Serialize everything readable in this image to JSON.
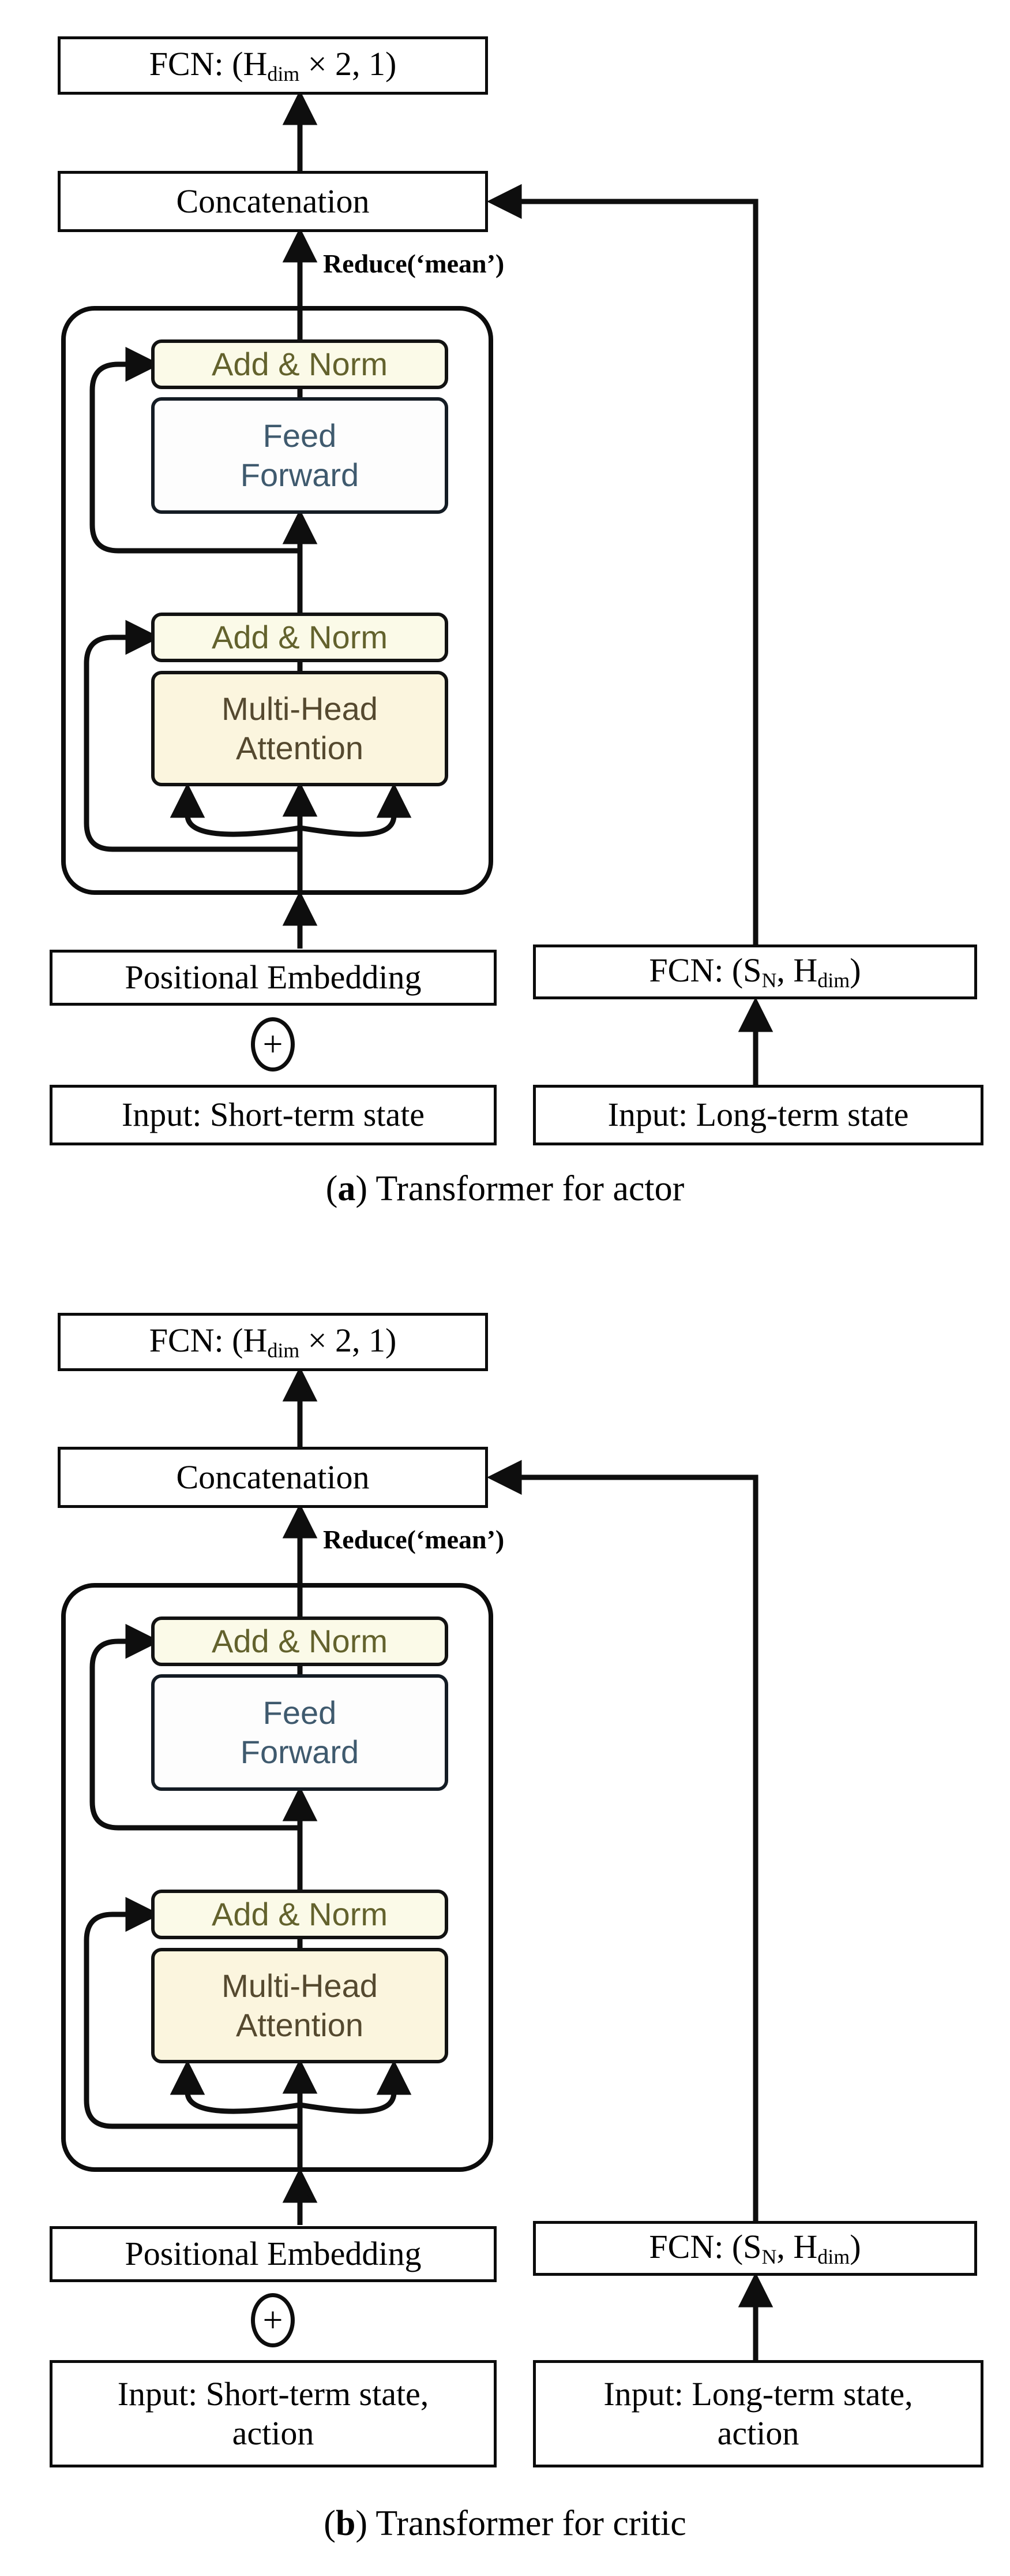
{
  "figure": {
    "diagram_a": {
      "fcn_top": {
        "pre": "FCN: (H",
        "sub": "dim",
        "post": " × 2, 1)"
      },
      "concatenation": "Concatenation",
      "reduce_label": "Reduce(‘mean’)",
      "block": {
        "add_norm_1": "Add & Norm",
        "feed_forward_line1": "Feed",
        "feed_forward_line2": "Forward",
        "add_norm_2": "Add & Norm",
        "multi_head_line1": "Multi-Head",
        "multi_head_line2": "Attention"
      },
      "positional_embedding": "Positional Embedding",
      "plus": "+",
      "input_short": "Input: Short-term state",
      "fcn_right": {
        "pre": "FCN: (S",
        "sub1": "N",
        "mid": ", H",
        "sub2": "dim",
        "post": ")"
      },
      "input_long": "Input: Long-term state",
      "caption": {
        "open": "(",
        "letter": "a",
        "rest": ") Transformer for actor"
      }
    },
    "diagram_b": {
      "fcn_top": {
        "pre": "FCN: (H",
        "sub": "dim",
        "post": " × 2, 1)"
      },
      "concatenation": "Concatenation",
      "reduce_label": "Reduce(‘mean’)",
      "block": {
        "add_norm_1": "Add & Norm",
        "feed_forward_line1": "Feed",
        "feed_forward_line2": "Forward",
        "add_norm_2": "Add & Norm",
        "multi_head_line1": "Multi-Head",
        "multi_head_line2": "Attention"
      },
      "positional_embedding": "Positional Embedding",
      "plus": "+",
      "input_short": {
        "line1": "Input: Short-term state,",
        "line2": "action"
      },
      "fcn_right": {
        "pre": "FCN: (S",
        "sub1": "N",
        "mid": ", H",
        "sub2": "dim",
        "post": ")"
      },
      "input_long": {
        "line1": "Input: Long-term state,",
        "line2": "action"
      },
      "caption": {
        "open": "(",
        "letter": "b",
        "rest": ") Transformer for critic"
      }
    }
  }
}
